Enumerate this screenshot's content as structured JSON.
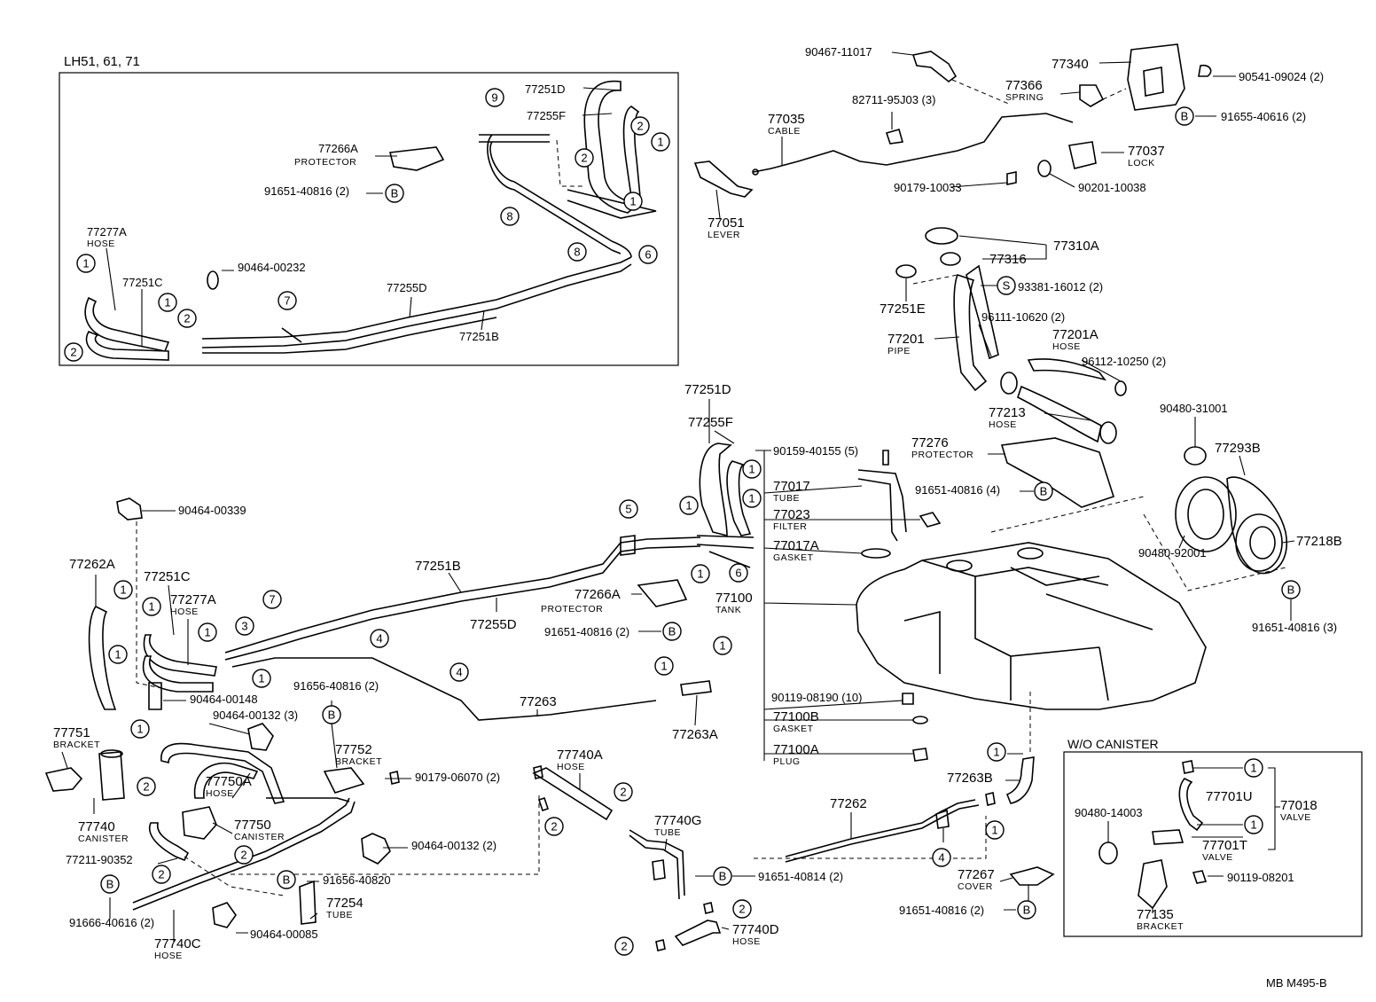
{
  "diagram": {
    "section_label": "LH51, 61, 71",
    "wo_canister_label": "W/O CANISTER",
    "figure_code": "MB  M495-B",
    "parts": {
      "p90467_11017": "90467-11017",
      "p77340": "77340",
      "p90541_09024": "90541-09024 (2)",
      "p77366": "77366",
      "n_spring": "SPRING",
      "p91655_40616": "91655-40616 (2)",
      "p82711_95J03": "82711-95J03 (3)",
      "p77035": "77035",
      "n_cable": "CABLE",
      "p77037": "77037",
      "n_lock": "LOCK",
      "p90179_10033": "90179-10033",
      "p90201_10038": "90201-10038",
      "p77051": "77051",
      "n_lever": "LEVER",
      "p77310A": "77310A",
      "p77316": "77316",
      "p93381_16012": "93381-16012 (2)",
      "p77251E": "77251E",
      "p96111_10620": "96111-10620 (2)",
      "p77201": "77201",
      "n_pipe": "PIPE",
      "p77201A": "77201A",
      "n_hose_201A": "HOSE",
      "p96112_10250": "96112-10250 (2)",
      "p77213": "77213",
      "n_hose_213": "HOSE",
      "p90480_31001": "90480-31001",
      "p77293B": "77293B",
      "p77276": "77276",
      "n_protector_276": "PROTECTOR",
      "p91651_40816_4": "91651-40816 (4)",
      "p90480_92001": "90480-92001",
      "p77218B": "77218B",
      "p91651_40816_3": "91651-40816 (3)",
      "box_77251D": "77251D",
      "box_77255F": "77255F",
      "box_77266A": "77266A",
      "box_n_protector": "PROTECTOR",
      "box_91651_40816": "91651-40816 (2)",
      "box_77277A": "77277A",
      "box_n_hose": "HOSE",
      "box_90464_00232": "90464-00232",
      "box_77251C": "77251C",
      "box_77255D": "77255D",
      "box_77251B": "77251B",
      "m77251D": "77251D",
      "m77255F": "77255F",
      "m90159_40155": "90159-40155 (5)",
      "m77017": "77017",
      "n_tube_017": "TUBE",
      "m77023": "77023",
      "n_filter": "FILTER",
      "m77017A": "77017A",
      "n_gasket_017A": "GASKET",
      "m77100": "77100",
      "n_tank": "TANK",
      "m90119_08190": "90119-08190 (10)",
      "m77100B": "77100B",
      "n_gasket_100B": "GASKET",
      "m77100A": "77100A",
      "n_plug": "PLUG",
      "m90464_00339": "90464-00339",
      "m77262A": "77262A",
      "m77251C": "77251C",
      "m77277A": "77277A",
      "n_hose_277A": "HOSE",
      "m77251B": "77251B",
      "m77255D": "77255D",
      "m77266A": "77266A",
      "n_protector_266A": "PROTECTOR",
      "m91651_40816_2": "91651-40816 (2)",
      "m90464_00148": "90464-00148",
      "m91656_40816": "91656-40816 (2)",
      "m90464_00132_3": "90464-00132 (3)",
      "m77263": "77263",
      "m77263A": "77263A",
      "m77751": "77751",
      "n_bracket_751": "BRACKET",
      "m77752": "77752",
      "n_bracket_752": "BRACKET",
      "m90179_06070": "90179-06070 (2)",
      "m77750A": "77750A",
      "n_hose_750A": "HOSE",
      "m77750": "77750",
      "n_canister_750": "CANISTER",
      "m77740": "77740",
      "n_canister_740": "CANISTER",
      "m77211_90352": "77211-90352",
      "m90464_00132_2": "90464-00132 (2)",
      "m91656_40820": "91656-40820",
      "m77254": "77254",
      "n_tube_254": "TUBE",
      "m91666_40616": "91666-40616 (2)",
      "m77740C": "77740C",
      "n_hose_740C": "HOSE",
      "m90464_00085": "90464-00085",
      "m77740A": "77740A",
      "n_hose_740A": "HOSE",
      "m77740G": "77740G",
      "n_tube_740G": "TUBE",
      "m91651_40814": "91651-40814 (2)",
      "m77740D": "77740D",
      "n_hose_740D": "HOSE",
      "m77262": "77262",
      "m77263B": "77263B",
      "m77267": "77267",
      "n_cover": "COVER",
      "m91651_40816_267": "91651-40816 (2)",
      "w77701U": "77701U",
      "w77018": "77018",
      "n_valve_018": "VALVE",
      "w90480_14003": "90480-14003",
      "w77701T": "77701T",
      "n_valve_701T": "VALVE",
      "w90119_08201": "90119-08201",
      "w77135": "77135",
      "n_bracket_135": "BRACKET"
    },
    "callouts": {
      "one": "1",
      "two": "2",
      "three": "3",
      "four": "4",
      "five": "5",
      "six": "6",
      "seven": "7",
      "eight": "8",
      "nine": "9",
      "b": "B",
      "s": "S"
    }
  }
}
